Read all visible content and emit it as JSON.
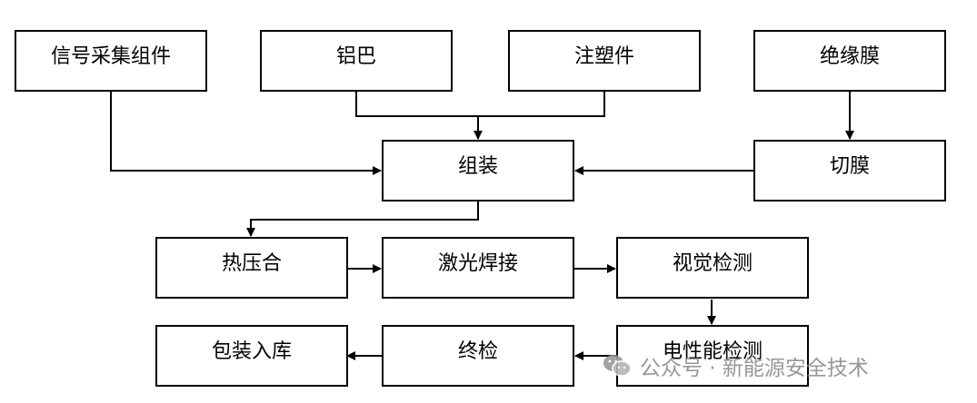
{
  "nodes": {
    "signal": "信号采集组件",
    "aluminum": "铝巴",
    "injection": "注塑件",
    "film": "绝缘膜",
    "assembly": "组装",
    "cut_film": "切膜",
    "heat_press": "热压合",
    "laser": "激光焊接",
    "vision": "视觉检测",
    "package": "包装入库",
    "final_check": "终检",
    "electrical": "电性能检测"
  },
  "watermark": {
    "text": "公众号 · 新能源安全技术",
    "icon": "wechat-icon"
  }
}
